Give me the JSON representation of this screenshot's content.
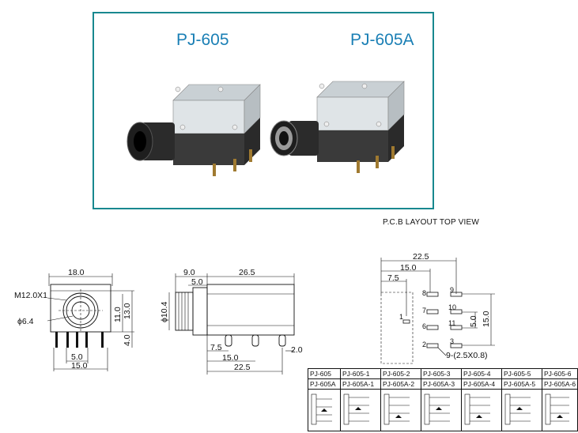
{
  "header": {
    "model_left": "PJ-605",
    "model_right": "PJ-605A"
  },
  "pcb": {
    "title": "P.C.B LAYOUT    TOP VIEW",
    "dims": {
      "width": "22.5",
      "first": "15.0",
      "second": "7.5",
      "pitch_v": "5.0",
      "height": "15.0",
      "holes": "9-(2.5X0.8)"
    },
    "pin_numbers": [
      "8",
      "9",
      "7",
      "10",
      "1",
      "6",
      "11",
      "2",
      "3"
    ]
  },
  "front_view": {
    "top_width": "18.0",
    "thread": "M12.0X1",
    "bore": "ϕ6.4",
    "h1": "11.0",
    "h2": "13.0",
    "pin_len": "4.0",
    "pin_pitch": "5.0",
    "bottom_width": "15.0"
  },
  "side_view": {
    "front_len": "9.0",
    "collar": "5.0",
    "body_len": "26.5",
    "dia": "ϕ10.4",
    "p1": "7.5",
    "p2": "15.0",
    "total": "22.5",
    "pin_w": "2.0"
  },
  "variants": {
    "row1": [
      "PJ-605",
      "PJ-605-1",
      "PJ-605-2",
      "PJ-605-3",
      "PJ-605-4",
      "PJ-605-5",
      "PJ-605-6"
    ],
    "row2": [
      "PJ-605A",
      "PJ-605A-1",
      "PJ-605A-2",
      "PJ-605A-3",
      "PJ-605A-4",
      "PJ-605A-5",
      "PJ-605A-6"
    ]
  }
}
